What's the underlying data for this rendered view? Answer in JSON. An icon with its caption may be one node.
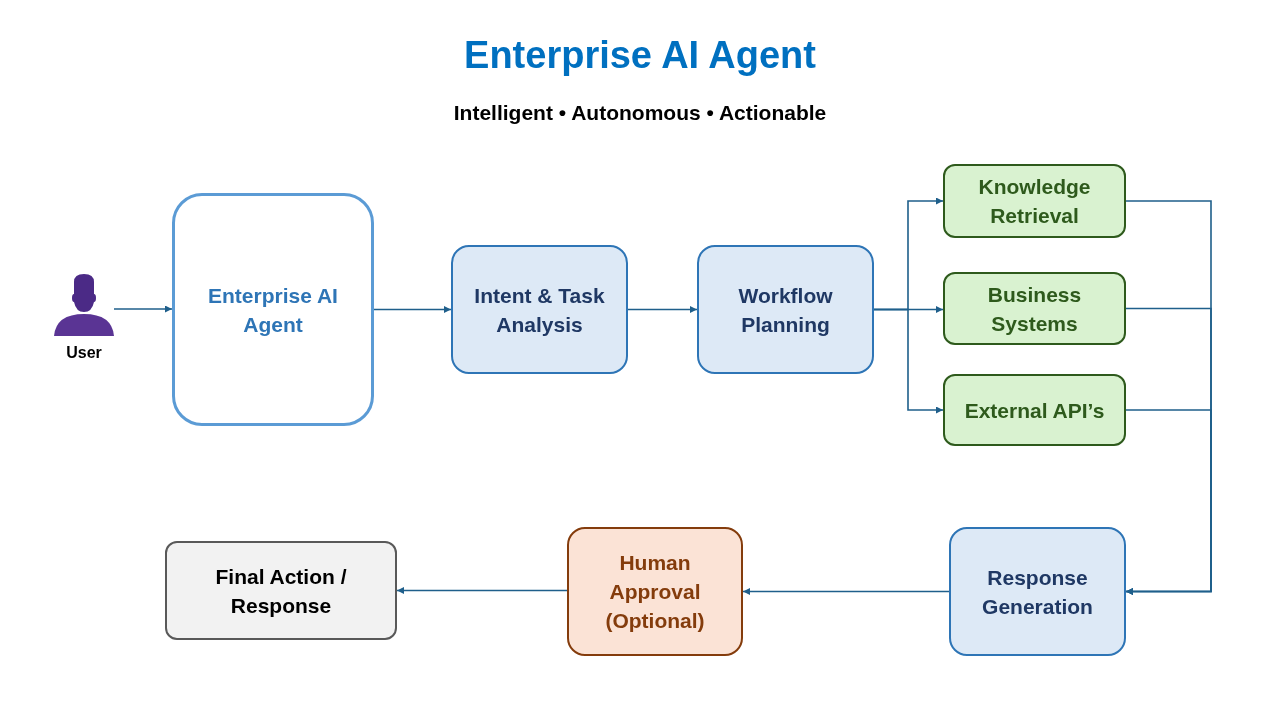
{
  "diagram": {
    "title": "Enterprise AI Agent",
    "nodes": [
      {
        "text": [
          "User"
        ]
      },
      {
        "text": [
          "Enterprise AI Agent"
        ]
      },
      {
        "text": [
          "Intent & Task Analysis"
        ]
      },
      {
        "text": [
          "Workflow Planning"
        ]
      },
      {
        "text": [
          "Knowledge Retrieval"
        ]
      },
      {
        "text": [
          "Business Systems"
        ]
      },
      {
        "text": [
          "External API’s"
        ]
      },
      {
        "text": [
          "Response Generation"
        ]
      },
      {
        "text": [
          "Human Approval (Optional)"
        ]
      },
      {
        "text": [
          "Final Action / Response"
        ]
      }
    ],
    "edges": [
      {
        "from": 0,
        "to": 1,
        "arrow": "to"
      },
      {
        "from": 1,
        "to": 2,
        "arrow": "to"
      },
      {
        "from": 2,
        "to": 3,
        "arrow": "to"
      },
      {
        "from": 3,
        "to": 4,
        "arrow": "to"
      },
      {
        "from": 3,
        "to": 5,
        "arrow": "to"
      },
      {
        "from": 3,
        "to": 6,
        "arrow": "to"
      },
      {
        "from": 4,
        "to": 7,
        "arrow": "to"
      },
      {
        "from": 5,
        "to": 7,
        "arrow": "to"
      },
      {
        "from": 6,
        "to": 7,
        "arrow": "to"
      },
      {
        "from": 7,
        "to": 8,
        "arrow": "to"
      },
      {
        "from": 8,
        "to": 9,
        "arrow": "to"
      }
    ],
    "labels": [
      "Intelligent • Autonomous • Actionable"
    ]
  }
}
